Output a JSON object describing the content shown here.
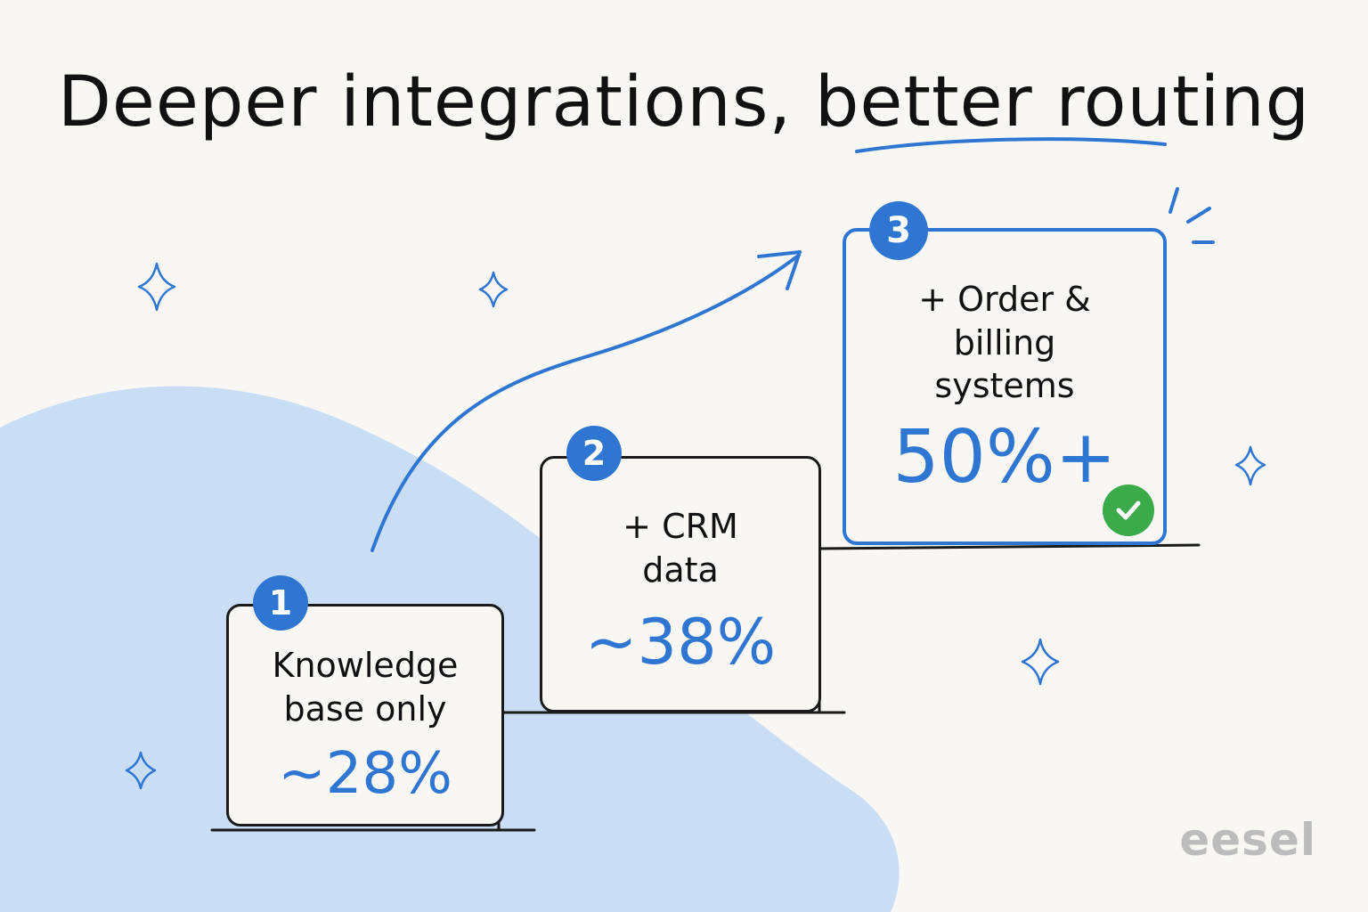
{
  "title": {
    "text": "Deeper integrations, better routing",
    "underline_word": "better routing"
  },
  "steps": [
    {
      "number": "1",
      "label": "Knowledge\nbase only",
      "value": "~28%"
    },
    {
      "number": "2",
      "label": "+ CRM\ndata",
      "value": "~38%"
    },
    {
      "number": "3",
      "label": "+ Order &\nbilling\nsystems",
      "value": "50%+",
      "highlighted": true
    }
  ],
  "brand": "eesel",
  "colors": {
    "accent": "#2f76d2",
    "blob": "#c9ddf5",
    "background": "#f8f7f4",
    "check": "#3aaa4a",
    "ink": "#1a1a1a"
  },
  "icons": [
    "sparkle-icon",
    "arrow-icon",
    "check-icon",
    "burst-icon"
  ]
}
